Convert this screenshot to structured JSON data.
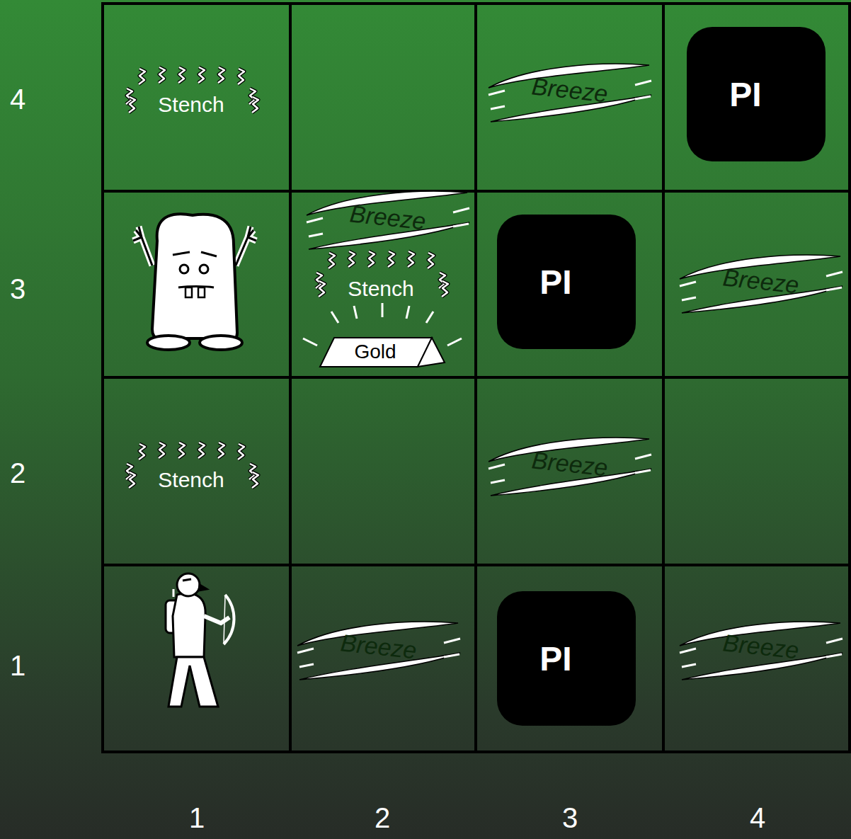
{
  "diagram": {
    "nodes": [
      {
        "text": [
          "PI"
        ]
      },
      {
        "text": [
          "Gold"
        ]
      },
      {
        "text": [
          "PI"
        ]
      },
      {
        "text": [
          "PI"
        ]
      }
    ],
    "labels": [
      "4",
      "Stench",
      "Breeze",
      "3",
      "Breeze",
      "Stench",
      "Breeze",
      "2",
      "Stench",
      "Breeze",
      "1",
      "Breeze",
      "Breeze",
      "1",
      "2",
      "3",
      "4"
    ]
  }
}
